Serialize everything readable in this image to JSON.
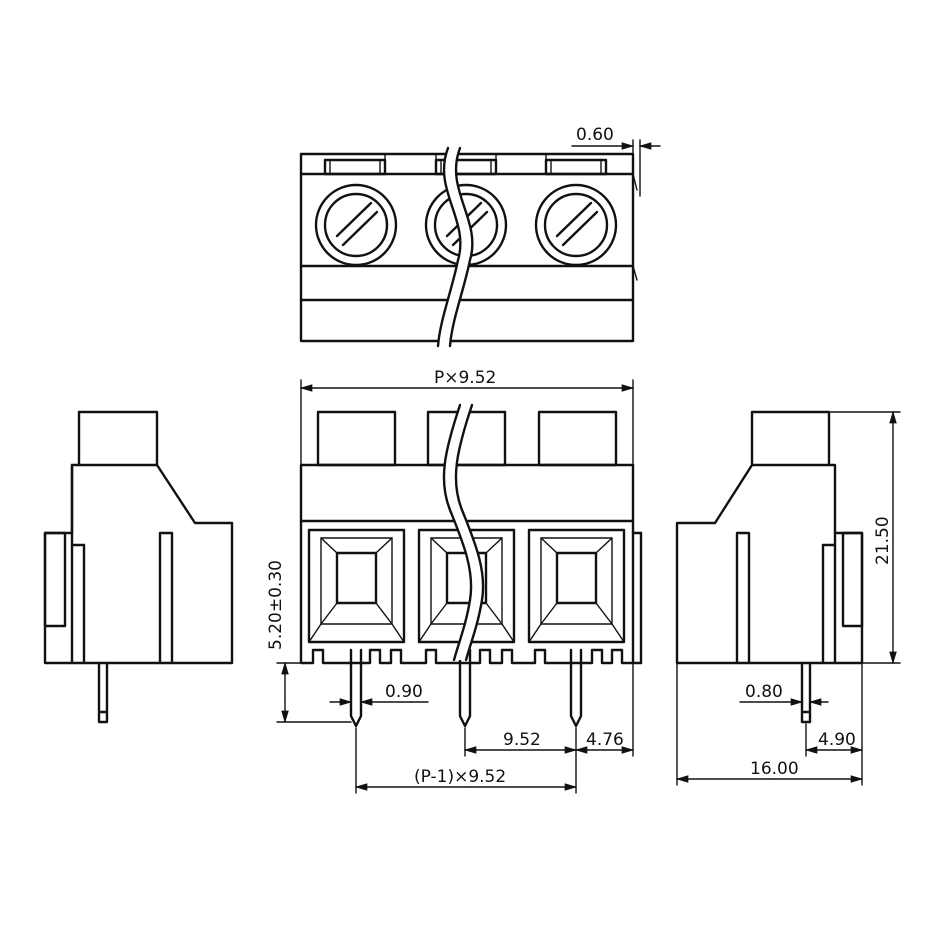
{
  "dimensions": {
    "top_gap": "0.60",
    "overall_width": "P×9.52",
    "pin_height": "5.20±0.30",
    "overall_height": "21.50",
    "pin_width_front": "0.90",
    "pitch": "9.52",
    "edge_offset": "4.76",
    "pitch_total": "(P-1)×9.52",
    "pin_width_side": "0.80",
    "side_pin_offset": "4.90",
    "depth": "16.00"
  },
  "views": [
    "top-view",
    "front-view",
    "left-side-view",
    "right-side-view"
  ]
}
